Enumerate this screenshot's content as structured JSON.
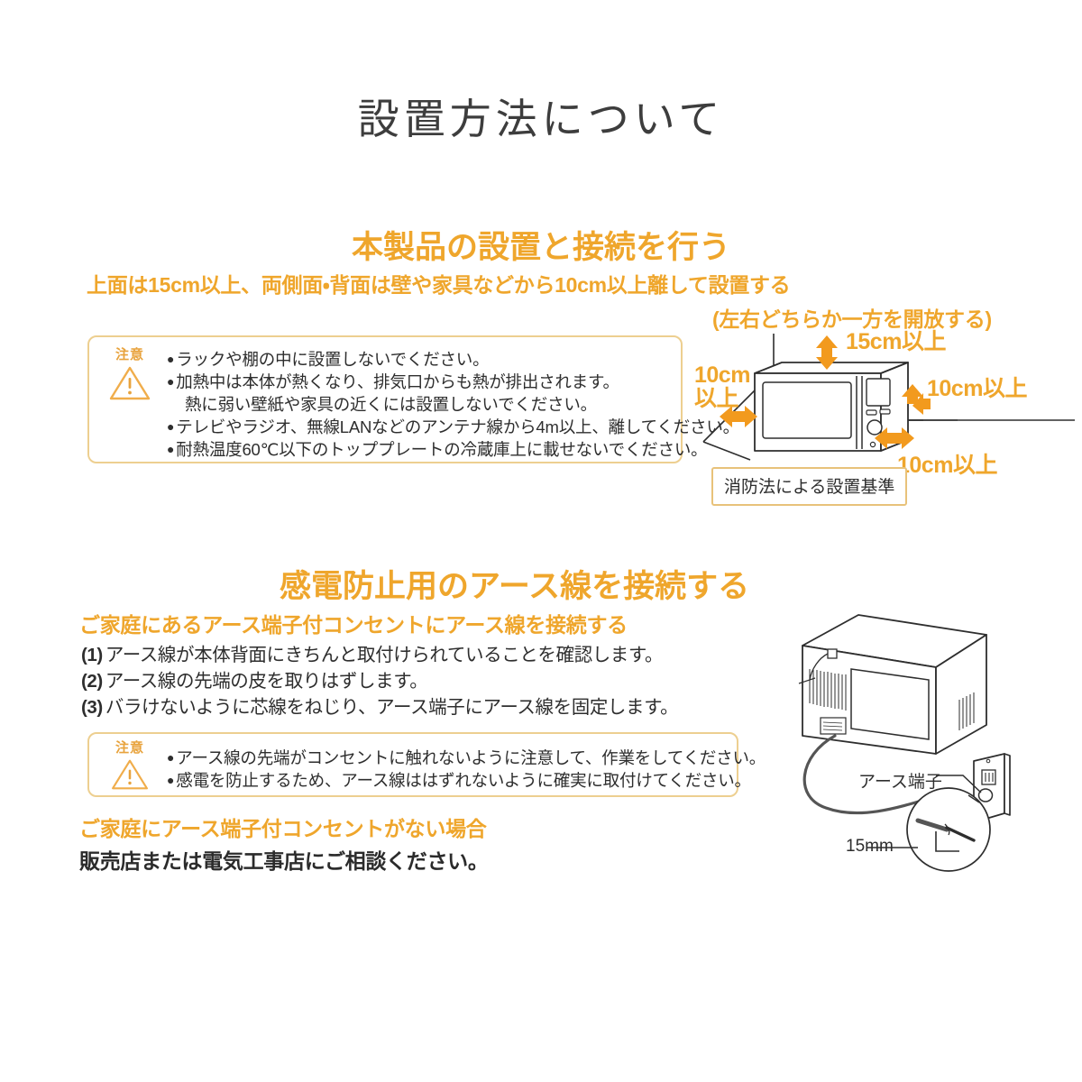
{
  "page": {
    "title": "設置方法について",
    "background": "#ffffff",
    "accent_orange": "#efa62c",
    "arrow_orange": "#f29a1e",
    "caution_border": "#edcf90",
    "text_color": "#2e2e2e"
  },
  "section1": {
    "heading": "本製品の設置と接続を行う",
    "sub_line1": "上面は15cm以上、両側面・背面は壁や家具などから10cm以上離して設置する",
    "sub_line2": "(左右どちらか一方を開放する)",
    "caution": {
      "label": "注意",
      "icon": "warning-triangle-icon",
      "items": [
        {
          "text": "ラックや棚の中に設置しないでください。",
          "continuation": false
        },
        {
          "text": "加熱中は本体が熱くなり、排気口からも熱が排出されます。",
          "continuation": false
        },
        {
          "text": "熱に弱い壁紙や家具の近くには設置しないでください。",
          "continuation": true
        },
        {
          "text": "テレビやラジオ、無線LANなどのアンテナ線から4m以上、離してください。",
          "continuation": false
        },
        {
          "text": "耐熱温度60℃以下のトッププレートの冷蔵庫上に載せないでください。",
          "continuation": false
        }
      ]
    },
    "diagram": {
      "name": "microwave-clearance-diagram",
      "top_clearance": "15cm以上",
      "left_clearance_line1": "10cm",
      "left_clearance_line2": "以上",
      "right_clearance": "10cm以上",
      "front_clearance": "10cm以上",
      "standard_box": "消防法による設置基準"
    }
  },
  "section2": {
    "heading": "感電防止用のアース線を接続する",
    "sub": "ご家庭にあるアース端子付コンセントにアース線を接続する",
    "steps": [
      {
        "num": "(1)",
        "text": "アース線が本体背面にきちんと取付けられていることを確認します。"
      },
      {
        "num": "(2)",
        "text": "アース線の先端の皮を取りはずします。"
      },
      {
        "num": "(3)",
        "text": "バラけないように芯線をねじり、アース端子にアース線を固定します。"
      }
    ],
    "caution": {
      "label": "注意",
      "icon": "warning-triangle-icon",
      "items": [
        {
          "text": "アース線の先端がコンセントに触れないように注意して、作業をしてください。",
          "continuation": false
        },
        {
          "text": "感電を防止するため、アース線ははずれないように確実に取付けてください。",
          "continuation": false
        }
      ]
    },
    "footer_heading": "ご家庭にアース端子付コンセントがない場合",
    "footer_body": "販売店または電気工事店にご相談ください。",
    "diagram": {
      "name": "ground-wire-outlet-diagram",
      "terminal_label": "アース端子",
      "strip_length_label": "15mm"
    }
  }
}
